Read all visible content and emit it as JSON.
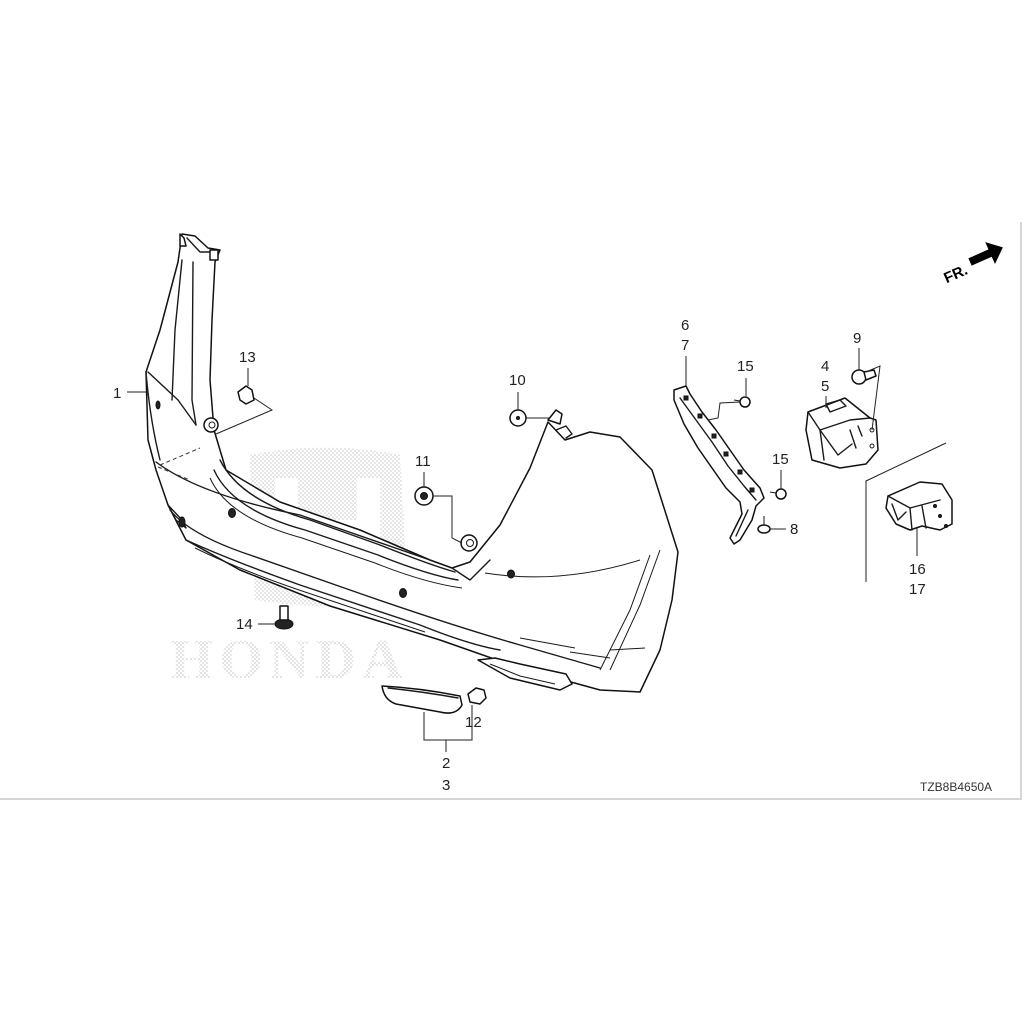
{
  "diagram": {
    "title": "Rear Bumper Parts Diagram",
    "diagram_code": "TZB8B4650A",
    "direction_indicator": "FR.",
    "watermark": "HONDA",
    "callouts": {
      "c1": "1",
      "c2": "2",
      "c3": "3",
      "c4": "4",
      "c5": "5",
      "c6": "6",
      "c7": "7",
      "c8": "8",
      "c9": "9",
      "c10": "10",
      "c11": "11",
      "c12": "12",
      "c13": "13",
      "c14": "14",
      "c15a": "15",
      "c15b": "15",
      "c16": "16",
      "c17": "17"
    },
    "parts": [
      {
        "id": "1",
        "name": "rear-bumper-face"
      },
      {
        "id": "2-3",
        "name": "rear-reflector"
      },
      {
        "id": "4-5",
        "name": "bumper-bracket"
      },
      {
        "id": "6-7",
        "name": "side-spacer-bracket"
      },
      {
        "id": "8",
        "name": "screw"
      },
      {
        "id": "9",
        "name": "bolt"
      },
      {
        "id": "10",
        "name": "clip"
      },
      {
        "id": "11",
        "name": "grommet"
      },
      {
        "id": "12",
        "name": "clip"
      },
      {
        "id": "13",
        "name": "nut"
      },
      {
        "id": "14",
        "name": "clip"
      },
      {
        "id": "15",
        "name": "screw"
      },
      {
        "id": "16-17",
        "name": "bracket-assembly"
      }
    ],
    "colors": {
      "line": "#1a1a1a",
      "background": "#ffffff",
      "frame": "#d6d6d6"
    }
  }
}
